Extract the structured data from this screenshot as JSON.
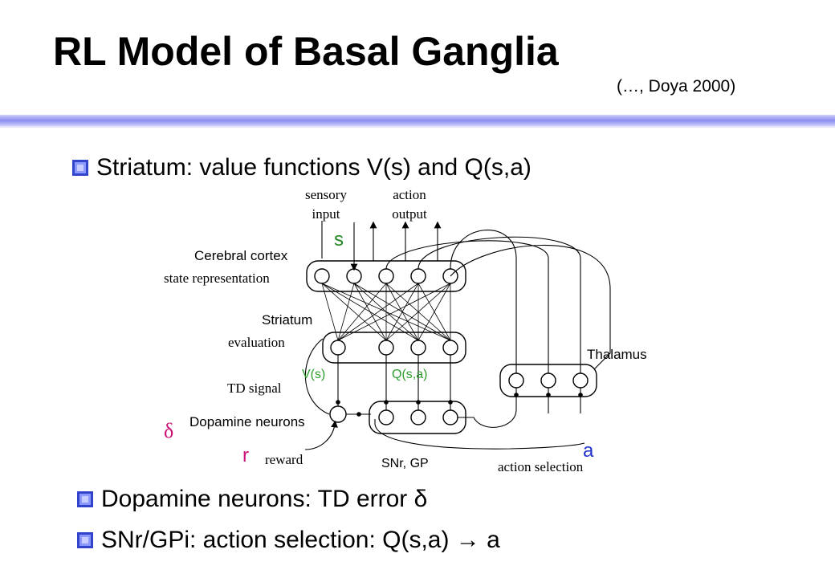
{
  "slide": {
    "title": "RL Model of Basal Ganglia",
    "citation": "(…, Doya 2000)"
  },
  "bullets": [
    {
      "text": "Striatum: value functions V(s) and Q(s,a)"
    },
    {
      "text": "Dopamine neurons: TD error δ"
    },
    {
      "text": "SNr/GPi: action selection:  Q(s,a) → a"
    }
  ],
  "diagram": {
    "sensory_input": [
      "sensory",
      "input"
    ],
    "action_output": [
      "action",
      "output"
    ],
    "s_label": "s",
    "cortex_label": "Cerebral cortex",
    "state_repr_label": "state representation",
    "striatum_label": "Striatum",
    "evaluation_label": "evaluation",
    "vs_label": "V(s)",
    "qsa_label": "Q(s,a)",
    "td_signal_label": "TD signal",
    "delta_label": "δ",
    "dopamine_label": "Dopamine neurons",
    "r_label": "r",
    "reward_label": "reward",
    "snr_label": "SNr, GP",
    "thalamus_label": "Thalamus",
    "a_label": "a",
    "action_selection_label": "action selection"
  },
  "colors": {
    "bullet_marker": "#4a5ee8",
    "rule_band": "#8a8cf0",
    "green_labels": "#2e9e2e",
    "delta_color": "#cc1177",
    "r_color": "#cc1177",
    "s_color": "#228822",
    "a_color": "#2233cc"
  }
}
